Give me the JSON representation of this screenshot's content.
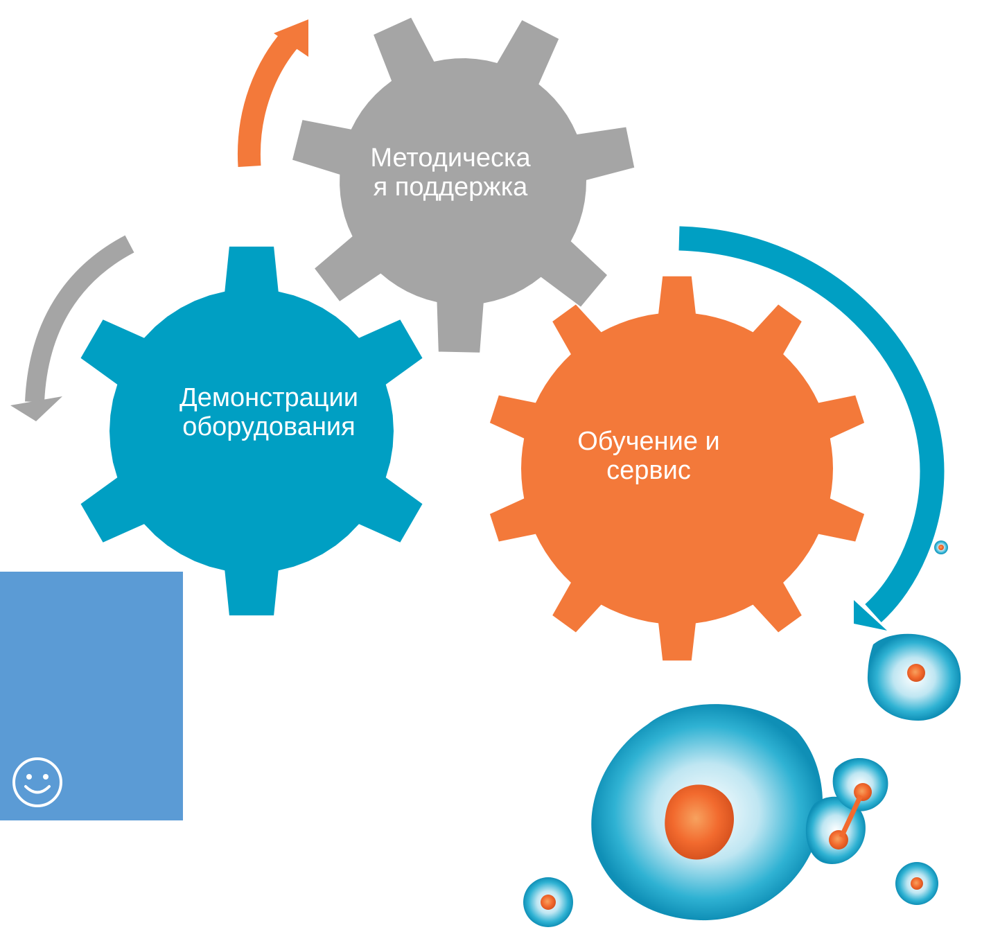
{
  "colors": {
    "gray_gear": "#a5a5a5",
    "blue_gear": "#009fc3",
    "orange_gear": "#f3793a",
    "arrow_orange": "#f3793a",
    "arrow_gray": "#a5a5a5",
    "arrow_blue": "#009fc3",
    "smiley_panel": "#5b9bd5",
    "cells_teal": "#1fa6c9",
    "cells_core": "#f26a2e"
  },
  "gears": {
    "gray": {
      "label": "Методическа\nя поддержка"
    },
    "blue": {
      "label": "Демонстрации\nоборудования"
    },
    "orange": {
      "label": "Обучение и\nсервис"
    }
  },
  "icons": {
    "smiley": "smiley-face-icon",
    "cells": "cell-cluster-icon"
  }
}
